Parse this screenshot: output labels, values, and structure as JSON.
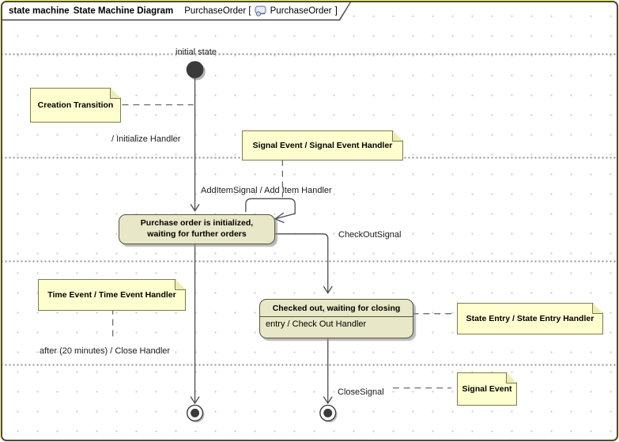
{
  "header": {
    "keyword": "state machine",
    "diagram_name": "State Machine Diagram",
    "context": "PurchaseOrder [",
    "element_ref": "PurchaseOrder",
    "bracket_close": "]",
    "icon": "state-machine-icon"
  },
  "nodes": {
    "initial_label": "initial state",
    "purchase_state": {
      "line1": "Purchase order is initialized,",
      "line2": "waiting for further orders"
    },
    "checked_state": {
      "title": "Checked out, waiting for closing",
      "entry_activity": "entry / Check Out Handler"
    }
  },
  "notes": {
    "creation": "Creation Transition",
    "signal_event_handler": "Signal Event / Signal Event Handler",
    "time_event": "Time Event / Time Event Handler",
    "state_entry": "State Entry / State Entry Handler",
    "signal_event": "Signal Event"
  },
  "transitions": {
    "initialize": "/ Initialize Handler",
    "add_item": "AddItemSignal / Add Item Handler",
    "check_out": "CheckOutSignal",
    "after_close": "after (20 minutes) / Close Handler",
    "close": "CloseSignal"
  },
  "colors": {
    "note_fill": "#FEFECE",
    "state_fill": "#E8E8C8",
    "shape_border": "#56563A",
    "line": "#4A4A4A",
    "frame_border": "#4A4A4A",
    "frame_edge_yellow": "#FBFB7E",
    "node_fill": "#3A3A3A"
  }
}
